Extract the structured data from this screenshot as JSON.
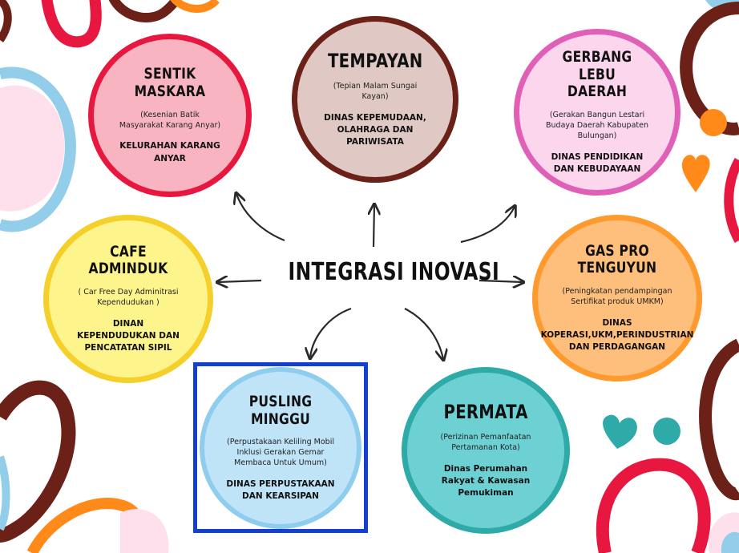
{
  "center": {
    "title": "INTEGRASI INOVASI"
  },
  "nodes": {
    "sentik": {
      "title": "SENTIK MASKARA",
      "subtitle": "(Kesenian Batik Masyarakat Karang Anyar)",
      "org": "KELURAHAN KARANG ANYAR",
      "fill": "#f8b5c1",
      "border": "#e8173f"
    },
    "tempayan": {
      "title": "TEMPAYAN",
      "subtitle": "(Tepian Malam Sungai Kayan)",
      "org": "DINAS KEPEMUDAAN, OLAHRAGA DAN PARIWISATA",
      "fill": "#e0c8c4",
      "border": "#6b2018"
    },
    "gerbang": {
      "title": "GERBANG LEBU DAERAH",
      "subtitle": "(Gerakan Bangun Lestari Budaya Daerah Kabupaten Bulungan)",
      "org": "DINAS PENDIDIKAN DAN KEBUDAYAAN",
      "fill": "#fbd6ec",
      "border": "#e060b8"
    },
    "cafe": {
      "title": "CAFE ADMINDUK",
      "subtitle": "( Car Free Day Adminitrasi Kependudukan )",
      "org": "DINAN KEPENDUDUKAN DAN PENCATATAN SIPIL",
      "fill": "#fdf48c",
      "border": "#f5cf2a"
    },
    "gaspro": {
      "title": "GAS PRO TENGUYUN",
      "subtitle": "(Peningkatan pendampingan Sertifikat produk UMKM)",
      "org": "DINAS KOPERASI,UKM,PERINDUSTRIAN DAN PERDAGANGAN",
      "fill": "#ffbf7c",
      "border": "#ff9a2e"
    },
    "pusling": {
      "title": "PUSLING MINGGU",
      "subtitle": "(Perpustakaan Keliling Mobil Inklusi Gerakan Gemar Membaca Untuk Umum)",
      "org": "DINAS PERPUSTAKAAN DAN KEARSIPAN",
      "fill": "#bfe4f8",
      "border": "#8fcdef"
    },
    "permata": {
      "title": "PERMATA",
      "subtitle": "(Perizinan Pemanfaatan Pertamanan Kota)",
      "org": "Dinas Perumahan Rakyat & Kawasan Pemukiman",
      "fill": "#6dd1d3",
      "border": "#2eaaa8"
    }
  },
  "colors": {
    "arrow": "#2a2a2a",
    "highlight": "#1440d0",
    "deco_red": "#e8173f",
    "deco_brown": "#6b2018",
    "deco_blue": "#92cdea",
    "deco_pink": "#fde0ec",
    "deco_orange": "#ff8a1a",
    "deco_teal": "#2eaaa8"
  }
}
